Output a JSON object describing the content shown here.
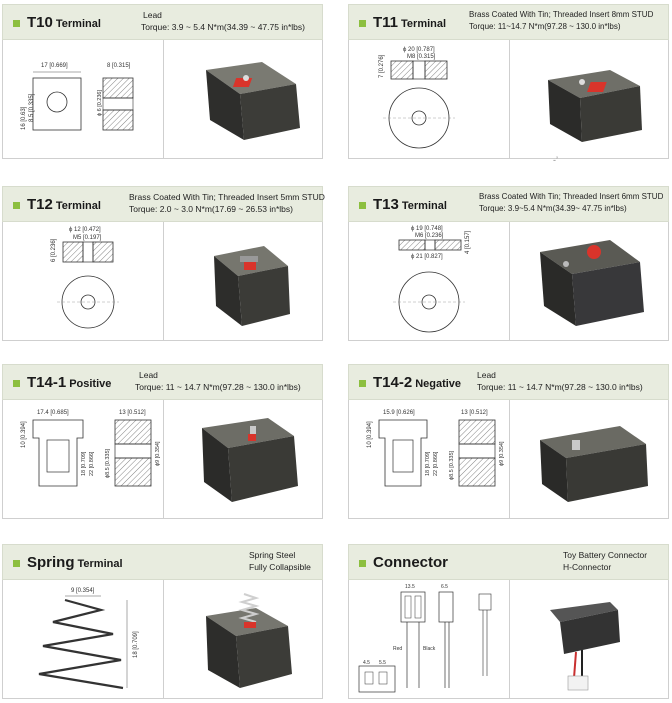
{
  "cards": [
    {
      "title_big": "T10",
      "title_small": "Terminal",
      "info": [
        "Lead",
        "Torque: 3.9 ~ 5.4  N*m(34.39 ~ 47.75 in*lbs)"
      ],
      "dims": [
        "17 [0.669]",
        "8 [0.315]",
        "8.5 [0.335]",
        "16 [0.63]",
        "ϕ 6 [0.236]"
      ]
    },
    {
      "title_big": "T11",
      "title_small": "Terminal",
      "info": [
        "Brass Coated With Tin; Threaded Insert 8mm STUD",
        "Torque: 11~14.7  N*m(97.28 ~ 130.0 in*lbs)"
      ],
      "dims": [
        "ϕ 20 [0.787]",
        "M8 [0.315]",
        "7 [0.276]"
      ]
    },
    {
      "title_big": "T12",
      "title_small": "Terminal",
      "info": [
        "Brass Coated With Tin; Threaded Insert 5mm STUD",
        "Torque: 2.0 ~ 3.0  N*m(17.69 ~ 26.53 in*lbs)"
      ],
      "dims": [
        "ϕ 12 [0.472]",
        "M5 [0.197]",
        "6 [0.236]"
      ]
    },
    {
      "title_big": "T13",
      "title_small": "Terminal",
      "info": [
        "Brass Coated With Tin; Threaded Insert 6mm STUD",
        "Torque: 3.9~5.4  N*m(34.39~ 47.75 in*lbs)"
      ],
      "dims": [
        "ϕ 19 [0.748]",
        "M6 [0.236]",
        "ϕ 21 [0.827]",
        "4 [0.157]"
      ]
    },
    {
      "title_big": "T14-1",
      "title_small": "Positive",
      "info": [
        "Lead",
        "Torque: 11 ~ 14.7  N*m(97.28 ~ 130.0 in*lbs)"
      ],
      "dims": [
        "17.4 [0.685]",
        "13 [0.512]",
        "10 [0.394]",
        "18 [0.709]",
        "22 [0.866]",
        "ϕ8.5 [0.335]",
        "ϕ9 [0.354]"
      ]
    },
    {
      "title_big": "T14-2",
      "title_small": "Negative",
      "info": [
        "Lead",
        "Torque: 11 ~ 14.7  N*m(97.28 ~ 130.0 in*lbs)"
      ],
      "dims": [
        "15.9 [0.626]",
        "13 [0.512]",
        "10 [0.394]",
        "18 [0.709]",
        "22 [0.866]",
        "ϕ8.5 [0.335]",
        "ϕ9 [0.354]"
      ]
    },
    {
      "title_big": "Spring",
      "title_small": "Terminal",
      "info": [
        "Spring Steel",
        "Fully Collapsible"
      ],
      "dims": [
        "9 [0.354]",
        "18 [0.709]"
      ]
    },
    {
      "title_big": "Connector",
      "title_small": "",
      "info": [
        "Toy Battery Connector",
        "H-Connector"
      ],
      "dims": [
        "13.5",
        "6.5",
        "Red",
        "Black",
        "4.5",
        "5.5"
      ]
    }
  ],
  "stray_mark": "-’"
}
